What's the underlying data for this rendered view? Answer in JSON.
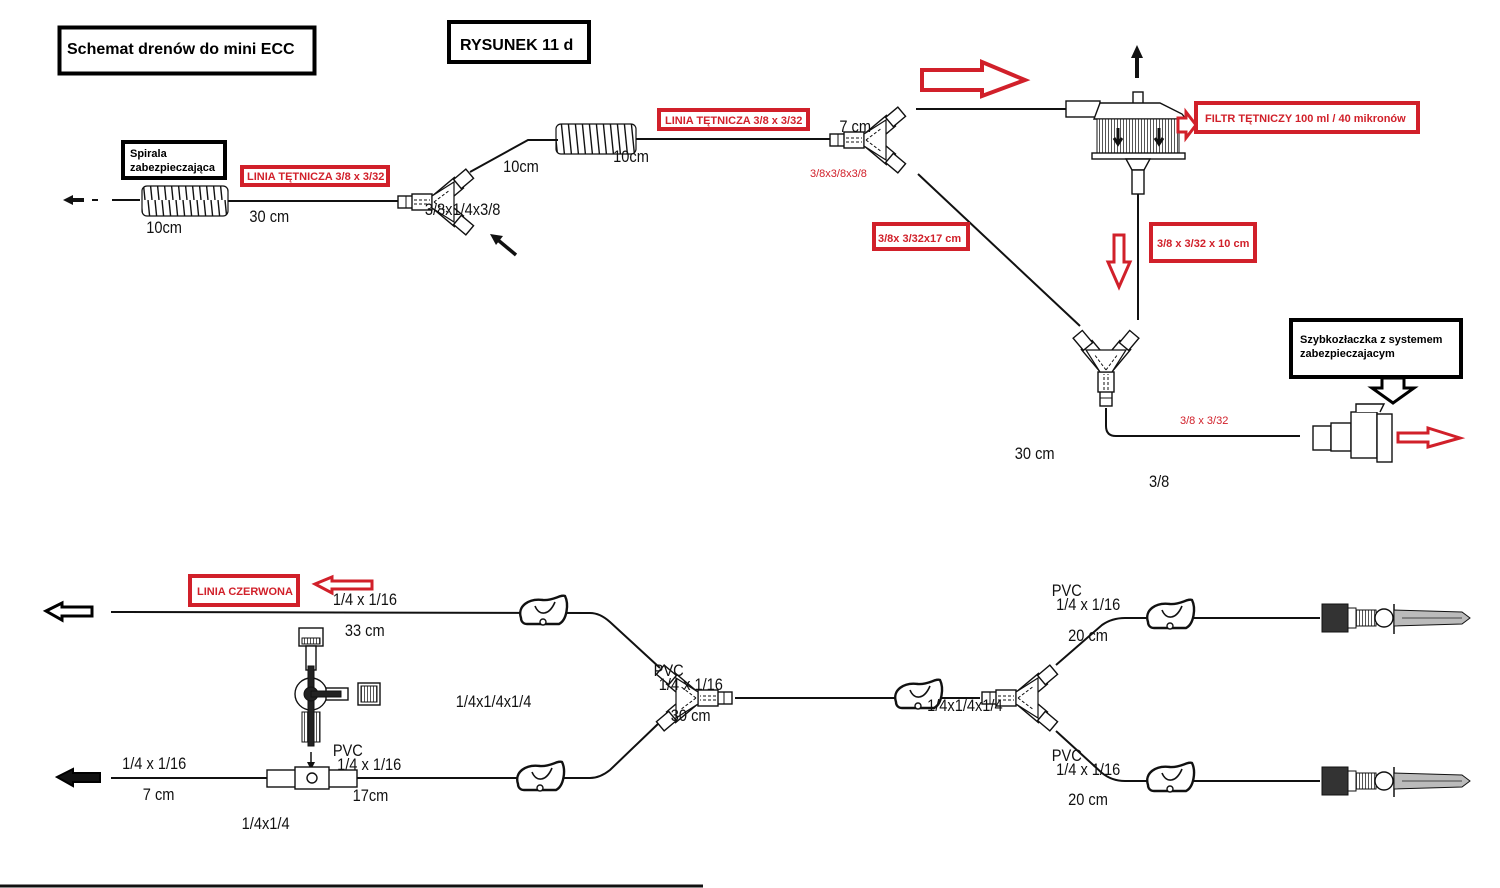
{
  "title_box": "Schemat drenów do mini ECC",
  "figure_box": "RYSUNEK 11 d",
  "colors": {
    "accent_red": "#d1202a",
    "line": "#111111"
  },
  "top_circuit": {
    "spiral_box": [
      "Spirala",
      "zabezpieczająca"
    ],
    "spiral1_len": "10cm",
    "line1_label": "LINIA TĘTNICZA 3/8 x 3/32",
    "line1_len": "30 cm",
    "y1_spec": "3/8x1/4x3/8",
    "spiral2_len": "10cm",
    "line2_label": "LINIA TĘTNICZA 3/8 x 3/32",
    "line2_len": "10cm",
    "y2_spec": "3/8x3/8x3/8",
    "branch_top_len": "7 cm",
    "branch_diag_label": "3/8x 3/32x17 cm",
    "filter_label": "FILTR TĘTNICZY 100 ml / 40 mikronów",
    "filter_out_label": "3/8 x 3/32 x 10 cm",
    "quick_box": [
      "Szybkozłaczka z systemem",
      "zabezpieczajacym"
    ],
    "out_spec": "3/8 x 3/32",
    "out_len": "30 cm",
    "connector_size": "3/8"
  },
  "bottom_circuit": {
    "red_line_label": "LINIA CZERWONA",
    "top_line_spec": "1/4 x 1/16",
    "top_line_len": "33 cm",
    "bottom_line_spec": "1/4 x 1/16",
    "bottom_line_len": "7 cm",
    "connector_spec": "1/4x1/4",
    "pvc": "PVC",
    "seg17_spec": "1/4 x 1/16",
    "seg17_len": "17cm",
    "y_left_spec": "1/4x1/4x1/4",
    "mid_spec": "1/4 x 1/16",
    "mid_len": "30 cm",
    "y_right_spec": "1/4x1/4x1/4",
    "right_top_spec": "1/4 x 1/16",
    "right_top_len": "20 cm",
    "right_bot_spec": "1/4 x 1/16",
    "right_bot_len": "20 cm"
  }
}
